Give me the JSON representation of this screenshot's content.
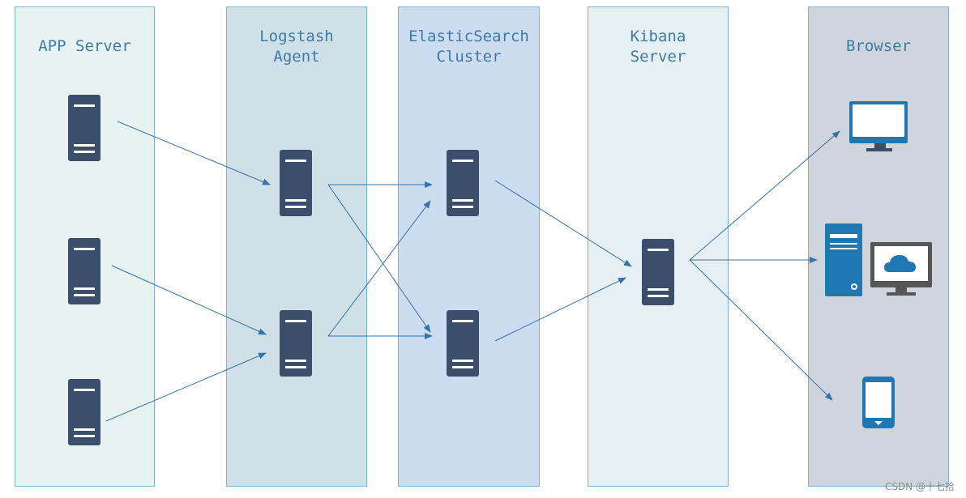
{
  "columns": [
    {
      "id": "app-server",
      "title": [
        "APP Server"
      ],
      "fill": "#e6f3f0"
    },
    {
      "id": "logstash-agent",
      "title": [
        "Logstash",
        "Agent"
      ],
      "fill": "#cfe1e7"
    },
    {
      "id": "elasticsearch-cluster",
      "title": [
        "ElasticSearch",
        "Cluster"
      ],
      "fill": "#ccdcf1"
    },
    {
      "id": "kibana-server",
      "title": [
        "Kibana",
        "Server"
      ],
      "fill": "#e6f0f4"
    },
    {
      "id": "browser",
      "title": [
        "Browser"
      ],
      "fill": "#d0d5dd"
    }
  ],
  "colors": {
    "column_border": "#7fb2cf",
    "title_text": "#3d7bab",
    "server_body": "#3b4e6b",
    "arrow": "#3573ab",
    "device_blue": "#1f78b4",
    "device_gray": "#565656"
  },
  "watermark": "CSDN @十七拾",
  "icons": [
    "server-icon",
    "monitor-icon",
    "desktop-tower-icon",
    "cloud-monitor-icon",
    "mobile-phone-icon"
  ]
}
